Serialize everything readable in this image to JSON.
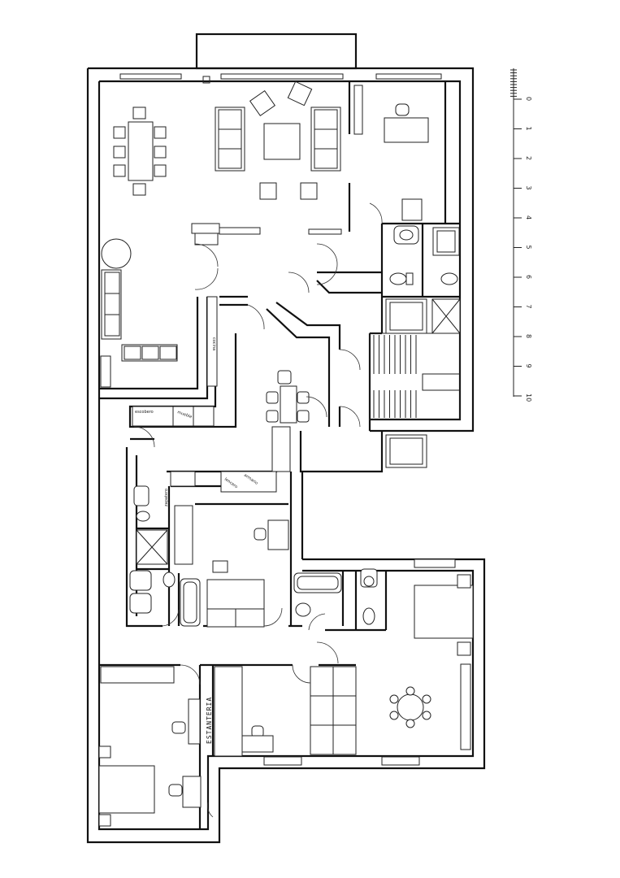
{
  "labels": {
    "estanteria": "ESTANTERIA",
    "zapatero": "zapatero",
    "lencero": "lencero",
    "armario": "armario",
    "escobero": "escobero",
    "mueble": "mueble",
    "cocina": "cocina"
  },
  "scale": {
    "ticks": [
      "0",
      "1",
      "2",
      "3",
      "4",
      "5",
      "6",
      "7",
      "8",
      "9",
      "10"
    ]
  }
}
